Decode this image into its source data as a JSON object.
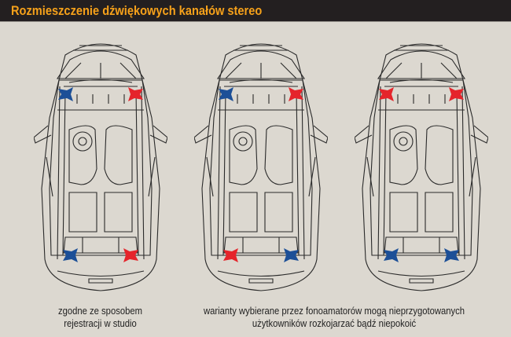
{
  "title": "Rozmieszczenie dźwiękowych kanałów stereo",
  "colors": {
    "left_channel": "#1c4f97",
    "right_channel": "#e5242b",
    "title": "#f6a11a",
    "header_bg": "#231f20"
  },
  "cars": [
    {
      "speakers": {
        "front_left": "left_channel",
        "front_right": "right_channel",
        "rear_left": "left_channel",
        "rear_right": "right_channel"
      }
    },
    {
      "speakers": {
        "front_left": "left_channel",
        "front_right": "right_channel",
        "rear_left": "right_channel",
        "rear_right": "left_channel"
      }
    },
    {
      "speakers": {
        "front_left": "right_channel",
        "front_right": "right_channel",
        "rear_left": "left_channel",
        "rear_right": "left_channel"
      }
    }
  ],
  "captions": {
    "studio_line1": "zgodne ze sposobem",
    "studio_line2": "rejestracji w studio",
    "variants_line1": "warianty wybierane przez fonoamatorów mogą nieprzygotowanych",
    "variants_line2": "użytkowników rozkojarzać bądź niepokoić"
  }
}
